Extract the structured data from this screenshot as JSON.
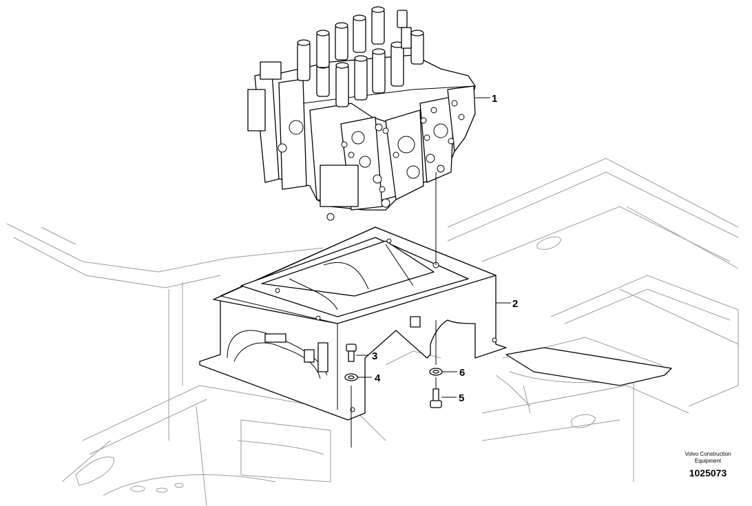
{
  "callouts": [
    {
      "id": "1",
      "label": "1"
    },
    {
      "id": "2",
      "label": "2"
    },
    {
      "id": "3",
      "label": "3"
    },
    {
      "id": "4",
      "label": "4"
    },
    {
      "id": "5",
      "label": "5"
    },
    {
      "id": "6",
      "label": "6"
    }
  ],
  "credit": {
    "line1": "Volvo Construction",
    "line2": "Equipment",
    "ref_number": "1025073"
  },
  "colors": {
    "line": "#000000",
    "background_line": "#9a9a9a",
    "background": "#ffffff"
  }
}
